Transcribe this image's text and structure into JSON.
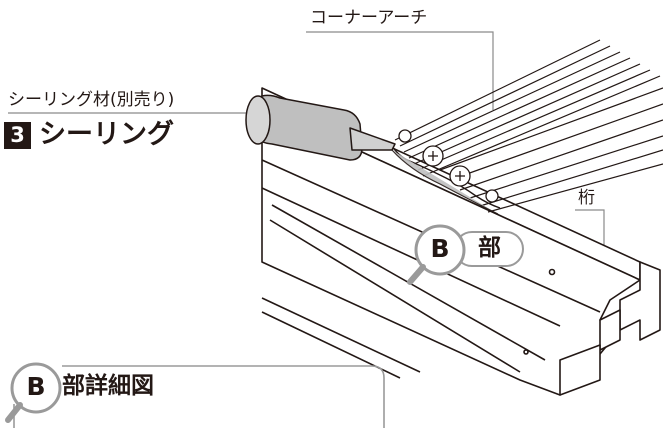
{
  "labels": {
    "corner_arch": "コーナーアーチ",
    "sealant": "シーリング材(別売り)",
    "beam": "桁"
  },
  "step": {
    "number": "3",
    "title": "シーリング"
  },
  "callout": {
    "letter": "B",
    "part": "部"
  },
  "detail": {
    "letter": "B",
    "title": "部詳細図"
  },
  "colors": {
    "line": "#231815",
    "leader": "#8a8a8a",
    "sealant": "#bfbfbf",
    "magnifier": "#9a9a9a"
  }
}
